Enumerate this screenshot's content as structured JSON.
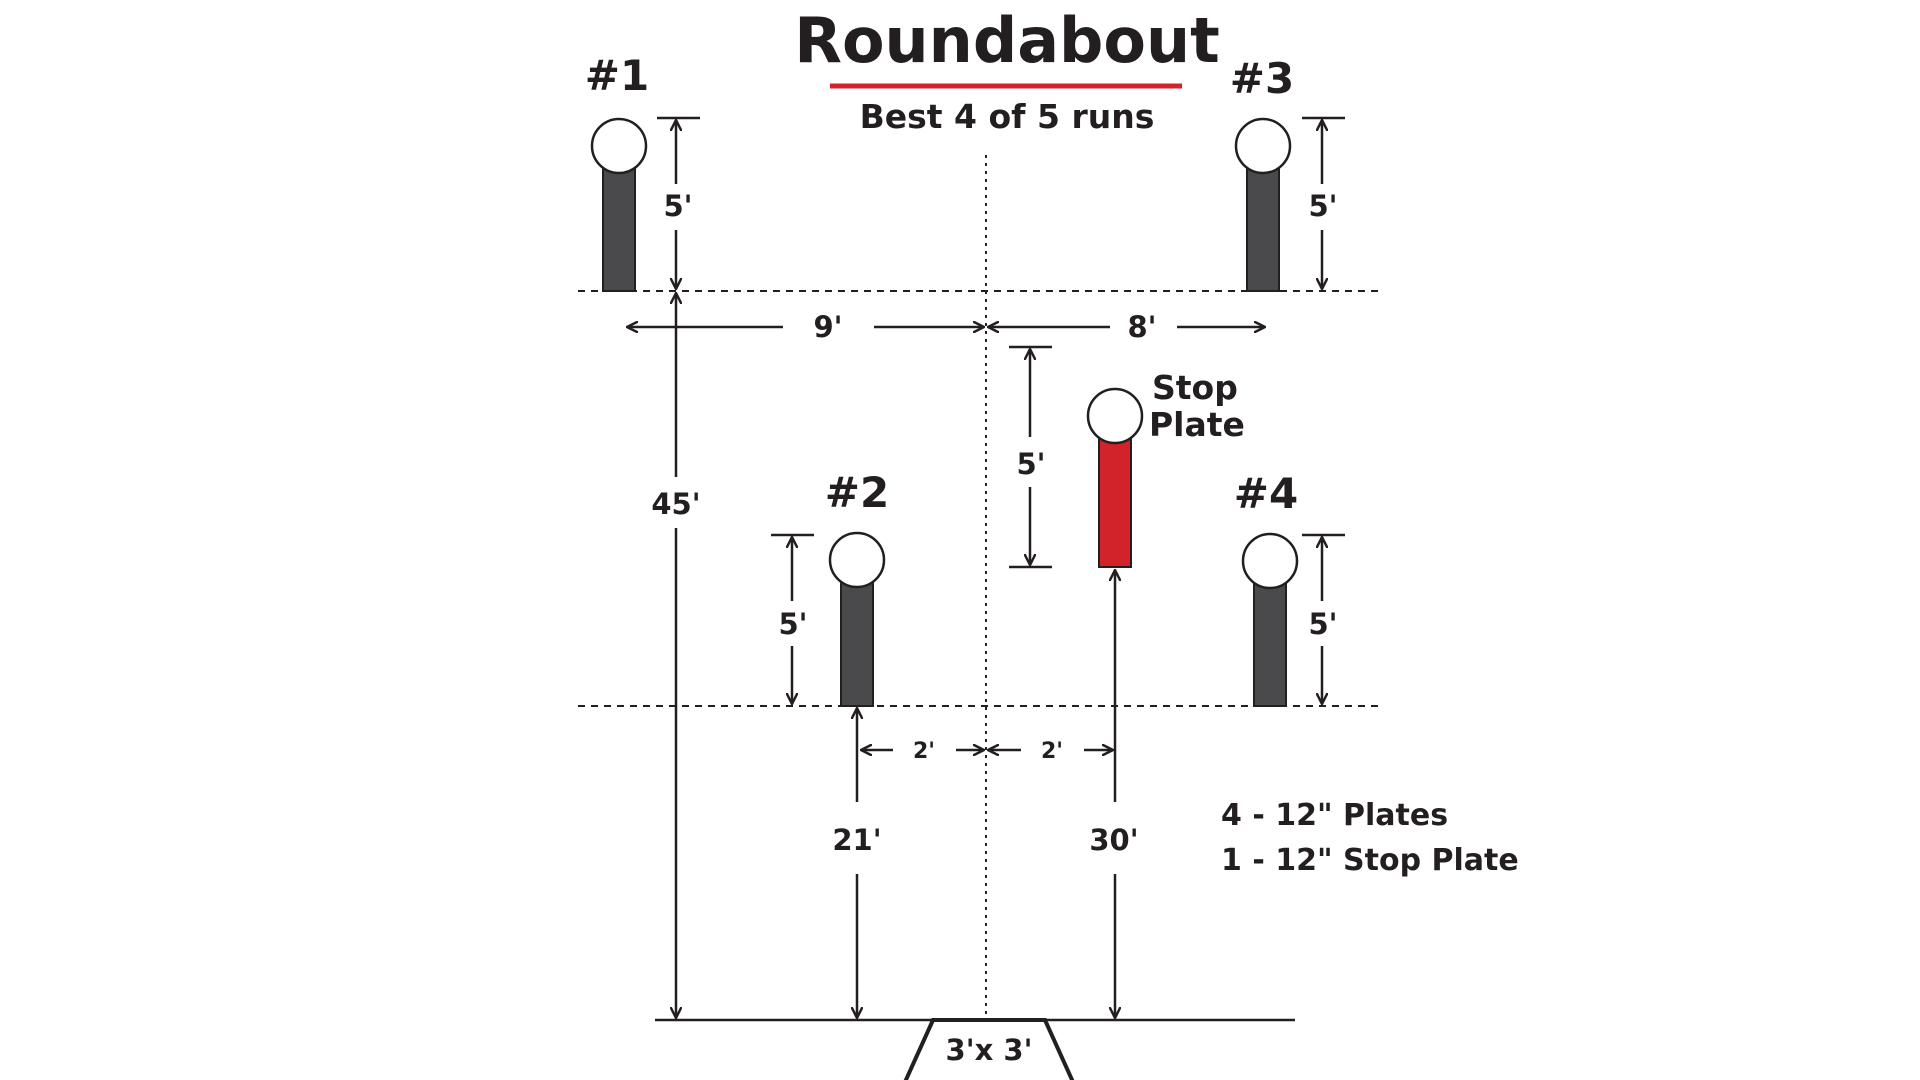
{
  "header": {
    "title": "Roundabout",
    "subtitle": "Best 4 of 5 runs"
  },
  "targets": [
    {
      "label": "#1"
    },
    {
      "label": "#2"
    },
    {
      "label": "#3"
    },
    {
      "label": "#4"
    }
  ],
  "stop_plate": {
    "label_line1": "Stop",
    "label_line2": "Plate"
  },
  "dimensions": {
    "t1_height": "5'",
    "t3_height": "5'",
    "t2_height": "5'",
    "t4_height": "5'",
    "stop_height": "5'",
    "left_span": "9'",
    "right_span": "8'",
    "left_offset": "2'",
    "right_offset": "2'",
    "total_depth": "45'",
    "t2_distance": "21'",
    "stop_distance": "30'"
  },
  "shooting_box": {
    "label": "3'x 3'"
  },
  "notes": {
    "line1": "4 - 12\" Plates",
    "line2": "1 - 12\" Stop Plate"
  },
  "colors": {
    "ink": "#231f20",
    "post": "#4a4a4c",
    "stop_post": "#d2232a",
    "accent_red": "#d2232a"
  }
}
